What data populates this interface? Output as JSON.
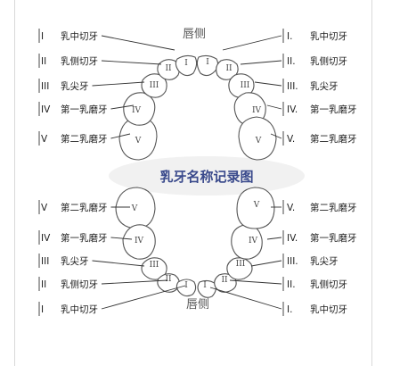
{
  "title": "乳牙名称记录图",
  "lip_top": "唇侧",
  "lip_bottom": "唇侧",
  "labels": {
    "left": [
      {
        "roman": "I",
        "text": "乳中切牙"
      },
      {
        "roman": "II",
        "text": "乳侧切牙"
      },
      {
        "roman": "III",
        "text": "乳尖牙"
      },
      {
        "roman": "IV",
        "text": "第一乳磨牙"
      },
      {
        "roman": "V",
        "text": "第二乳磨牙"
      },
      {
        "roman": "V",
        "text": "第二乳磨牙"
      },
      {
        "roman": "IV",
        "text": "第一乳磨牙"
      },
      {
        "roman": "III",
        "text": "乳尖牙"
      },
      {
        "roman": "II",
        "text": "乳侧切牙"
      },
      {
        "roman": "I",
        "text": "乳中切牙"
      }
    ],
    "right": [
      {
        "roman": "I.",
        "text": "乳中切牙"
      },
      {
        "roman": "II.",
        "text": "乳侧切牙"
      },
      {
        "roman": "III.",
        "text": "乳尖牙"
      },
      {
        "roman": "IV.",
        "text": "第一乳磨牙"
      },
      {
        "roman": "V.",
        "text": "第二乳磨牙"
      },
      {
        "roman": "V.",
        "text": "第二乳磨牙"
      },
      {
        "roman": "IV.",
        "text": "第一乳磨牙"
      },
      {
        "roman": "III.",
        "text": "乳尖牙"
      },
      {
        "roman": "II.",
        "text": "乳侧切牙"
      },
      {
        "roman": "I.",
        "text": "乳中切牙"
      }
    ]
  },
  "tooth_numbers": {
    "upper": [
      "V",
      "IV",
      "III",
      "II",
      "I",
      "I",
      "II",
      "III",
      "IV",
      "V"
    ],
    "lower": [
      "V",
      "IV",
      "III",
      "II",
      "I",
      "I",
      "II",
      "III",
      "IV",
      "V"
    ]
  }
}
